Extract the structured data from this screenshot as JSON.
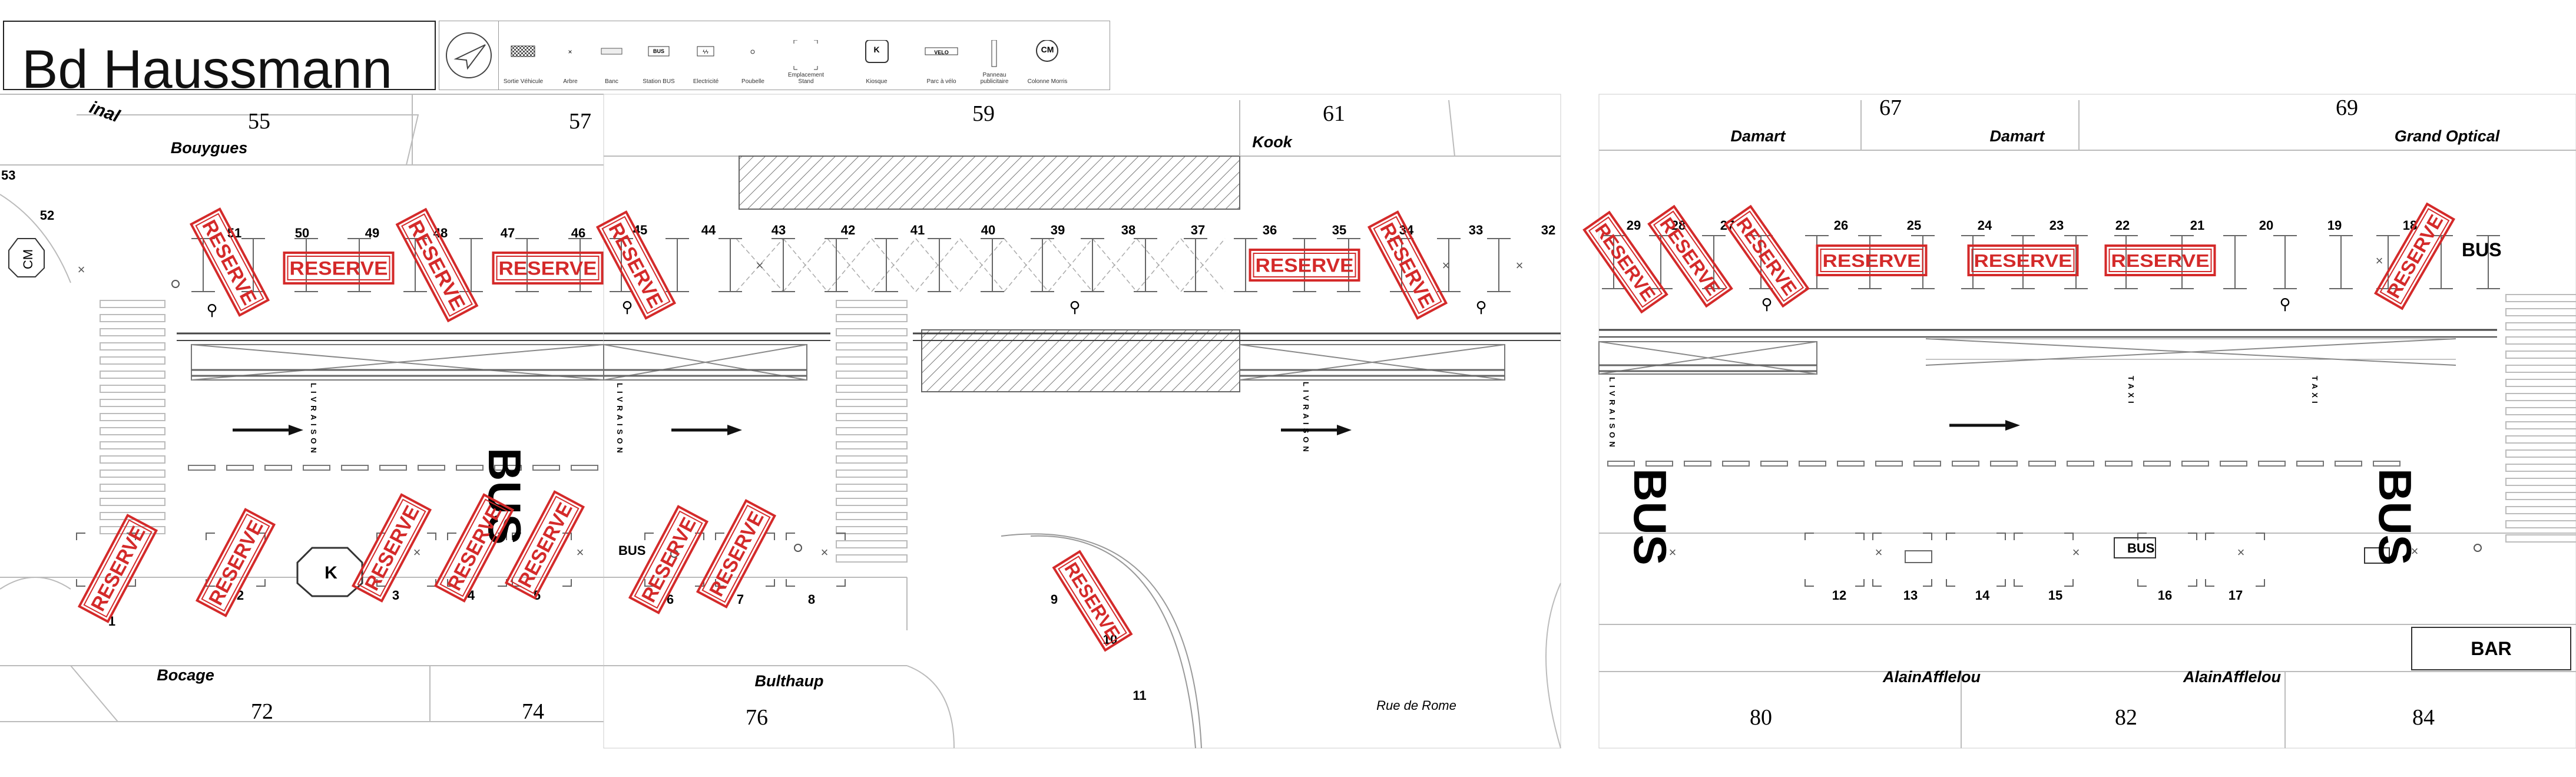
{
  "title": "Bd Haussmann",
  "legend": [
    {
      "icon": "hatched-rect-icon",
      "label": "Sortie Véhicule"
    },
    {
      "icon": "small-cross-icon",
      "label": "Arbre"
    },
    {
      "icon": "bench-icon",
      "label": "Banc"
    },
    {
      "icon": "bus-stop-icon",
      "label": "Station BUS"
    },
    {
      "icon": "electric-icon",
      "label": "Electricité"
    },
    {
      "icon": "bin-icon",
      "label": "Poubelle"
    },
    {
      "icon": "stand-location-icon",
      "label": "Emplacement Stand"
    },
    {
      "icon": "kiosk-icon",
      "label": "Kiosque",
      "symbol_text": "K"
    },
    {
      "icon": "bike-rack-icon",
      "label": "Parc à vélo",
      "symbol_text": "VELO"
    },
    {
      "icon": "advert-panel-icon",
      "label": "Panneau publicitaire"
    },
    {
      "icon": "morris-column-icon",
      "label": "Colonne Morris",
      "symbol_text": "CM"
    }
  ],
  "reserve_stamp": "RESERVE",
  "street_labels": {
    "livraison": "LIVRAISON",
    "taxi": "TAXI",
    "bus": "BUS",
    "kiosk": "K",
    "cm": "CM",
    "bar": "BAR",
    "partial_top": "inal",
    "partial_num": "53"
  },
  "buildings": {
    "top": [
      {
        "number": "55",
        "shop": "Bouygues"
      },
      {
        "number": "57",
        "shop": ""
      },
      {
        "number": "59",
        "shop": ""
      },
      {
        "number": "61",
        "shop": "Kook"
      },
      {
        "number": "67",
        "shop": "Damart"
      },
      {
        "number": "",
        "shop": "Damart"
      },
      {
        "number": "69",
        "shop": "Grand Optical"
      }
    ],
    "bottom": [
      {
        "number": "72",
        "shop": "Bocage"
      },
      {
        "number": "74",
        "shop": ""
      },
      {
        "number": "76",
        "shop": "Bulthaup"
      },
      {
        "number": "",
        "shop": "Rue de Rome"
      },
      {
        "number": "80",
        "shop": "AlainAfflelou"
      },
      {
        "number": "82",
        "shop": "AlainAfflelou"
      },
      {
        "number": "84",
        "shop": ""
      }
    ]
  },
  "stands_top": [
    "52",
    "51",
    "50",
    "49",
    "48",
    "47",
    "46",
    "45",
    "44",
    "43",
    "42",
    "41",
    "40",
    "39",
    "38",
    "37",
    "36",
    "35",
    "34",
    "33",
    "32",
    "29",
    "28",
    "27",
    "26",
    "25",
    "24",
    "23",
    "22",
    "21",
    "20",
    "19",
    "18"
  ],
  "stands_bottom": [
    "1",
    "2",
    "3",
    "4",
    "5",
    "6",
    "7",
    "8",
    "9",
    "10",
    "11",
    "12",
    "13",
    "14",
    "15",
    "16",
    "17"
  ],
  "colors": {
    "stamp_red": "#d42a2a",
    "line": "#444444",
    "light_line": "#aaaaaa",
    "text": "#111111"
  }
}
